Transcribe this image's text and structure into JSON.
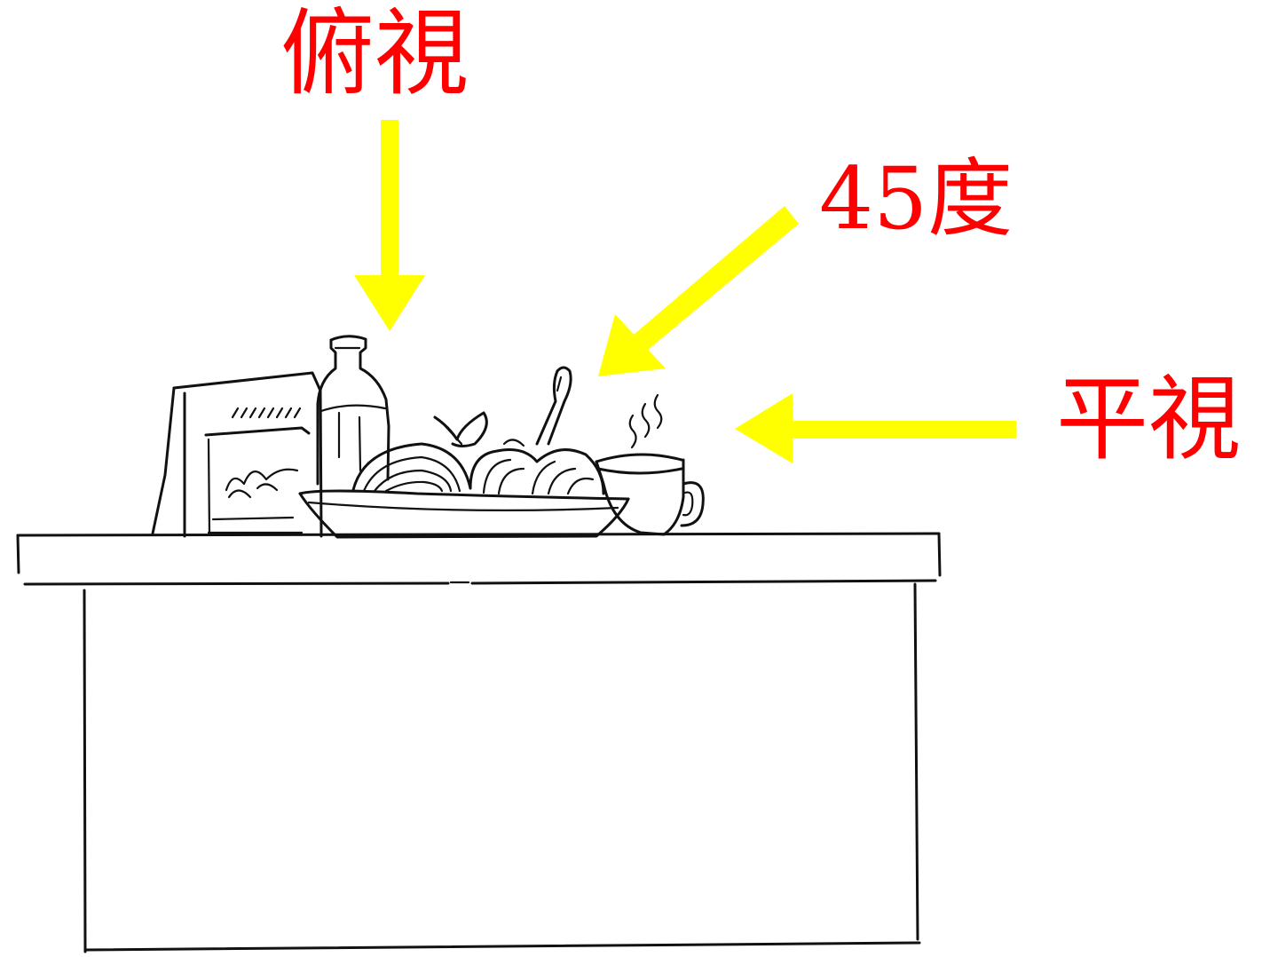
{
  "labels": {
    "top_view": "俯視",
    "angle_45": "45度",
    "eye_level": "平視"
  },
  "illustration": {
    "objects": [
      "bag",
      "bottle",
      "bowl",
      "salad",
      "spoon",
      "cup",
      "steam",
      "table"
    ]
  },
  "colors": {
    "label": "#ff0000",
    "arrow": "#ffff00",
    "ink": "#111111",
    "background": "#ffffff"
  }
}
